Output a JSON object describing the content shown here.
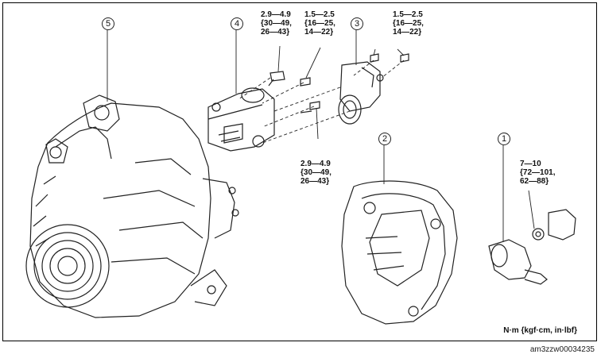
{
  "callouts": [
    "5",
    "4",
    "3",
    "2",
    "1"
  ],
  "torques": {
    "t4_top": [
      "2.9—4.9",
      "{30—49,",
      "26—43}"
    ],
    "t_mid_top": [
      "1.5—2.5",
      "{16—25,",
      "14—22}"
    ],
    "t3_top": [
      "1.5—2.5",
      "{16—25,",
      "14—22}"
    ],
    "t_low": [
      "2.9—4.9",
      "{30—49,",
      "26—43}"
    ],
    "t1": [
      "7—10",
      "{72—101,",
      "62—88}"
    ]
  },
  "units_note": "N·m {kgf·cm, in·lbf}",
  "figure_id": "am3zzw00034235"
}
